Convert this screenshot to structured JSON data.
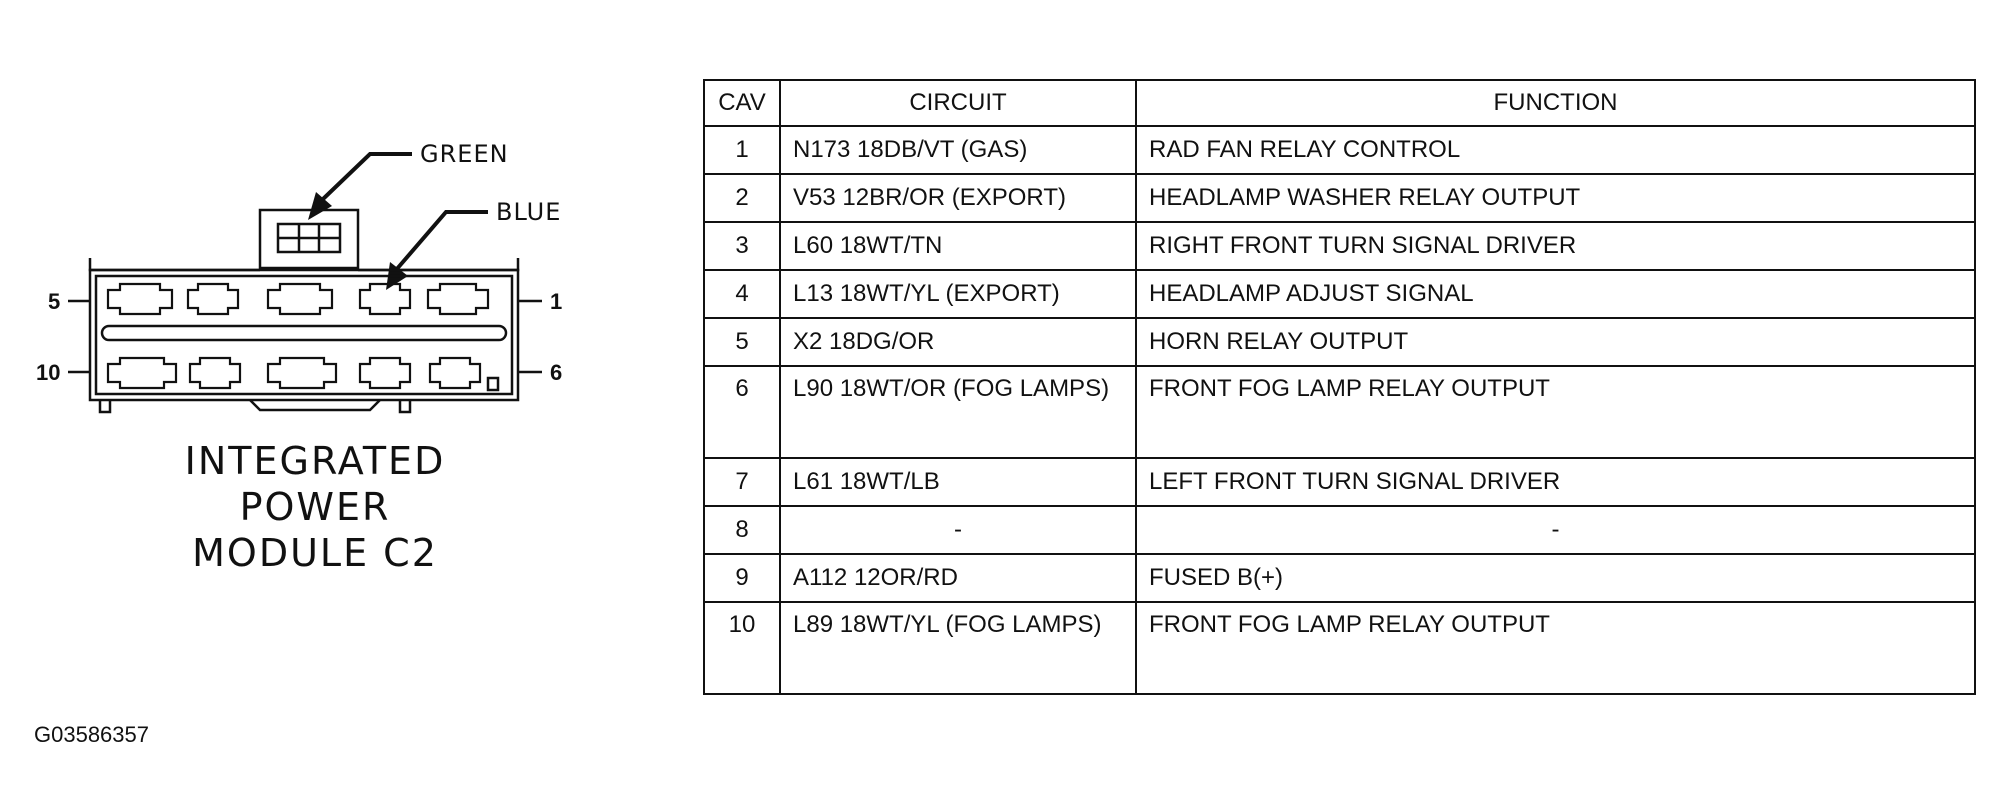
{
  "connector": {
    "wire_labels": [
      "GREEN",
      "BLUE"
    ],
    "pin_labels": {
      "top_left": "5",
      "top_right": "1",
      "bottom_left": "10",
      "bottom_right": "6"
    },
    "caption": [
      "INTEGRATED",
      "POWER",
      "MODULE C2"
    ]
  },
  "figure_id": "G03586357",
  "table": {
    "headers": [
      "CAV",
      "CIRCUIT",
      "FUNCTION"
    ],
    "rows": [
      {
        "cav": "1",
        "circuit": "N173 18DB/VT (GAS)",
        "function": "RAD FAN RELAY CONTROL"
      },
      {
        "cav": "2",
        "circuit": "V53 12BR/OR (EXPORT)",
        "function": "HEADLAMP WASHER RELAY OUTPUT"
      },
      {
        "cav": "3",
        "circuit": "L60 18WT/TN",
        "function": "RIGHT FRONT TURN SIGNAL DRIVER"
      },
      {
        "cav": "4",
        "circuit": "L13 18WT/YL (EXPORT)",
        "function": "HEADLAMP ADJUST SIGNAL"
      },
      {
        "cav": "5",
        "circuit": "X2 18DG/OR",
        "function": "HORN RELAY OUTPUT"
      },
      {
        "cav": "6",
        "circuit": "L90 18WT/OR (FOG LAMPS)",
        "function": "FRONT FOG LAMP RELAY OUTPUT"
      },
      {
        "cav": "7",
        "circuit": "L61 18WT/LB",
        "function": "LEFT FRONT TURN SIGNAL DRIVER"
      },
      {
        "cav": "8",
        "circuit": "-",
        "function": "-"
      },
      {
        "cav": "9",
        "circuit": "A112 12OR/RD",
        "function": "FUSED B(+)"
      },
      {
        "cav": "10",
        "circuit": "L89 18WT/YL (FOG LAMPS)",
        "function": "FRONT FOG LAMP RELAY OUTPUT"
      }
    ]
  }
}
